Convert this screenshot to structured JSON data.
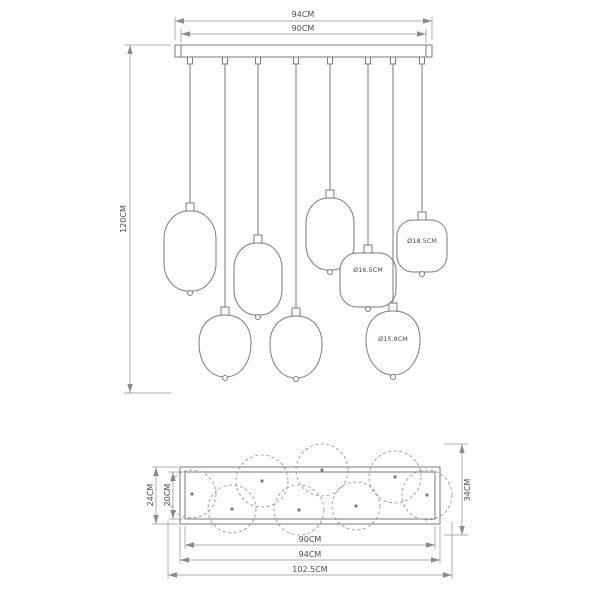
{
  "drawing": {
    "background": "#ffffff",
    "line_color": "#7a7a7a",
    "text_color": "#4a4a4a",
    "description": "Technical dimension drawing of an 8-light pendant lamp, front elevation and top plan view"
  },
  "front_view": {
    "dim_bar_outer": "94CM",
    "dim_bar_inner": "90CM",
    "dim_drop": "120CM",
    "globe_large": "Ø18.5CM",
    "globe_medium": "Ø16.5CM",
    "globe_small": "Ø15.8CM"
  },
  "plan_view": {
    "dim_depth_outer": "24CM",
    "dim_depth_inner": "20CM",
    "dim_depth_overall": "34CM",
    "dim_width_inner": "90CM",
    "dim_width_bar": "94CM",
    "dim_width_overall": "102.5CM"
  }
}
